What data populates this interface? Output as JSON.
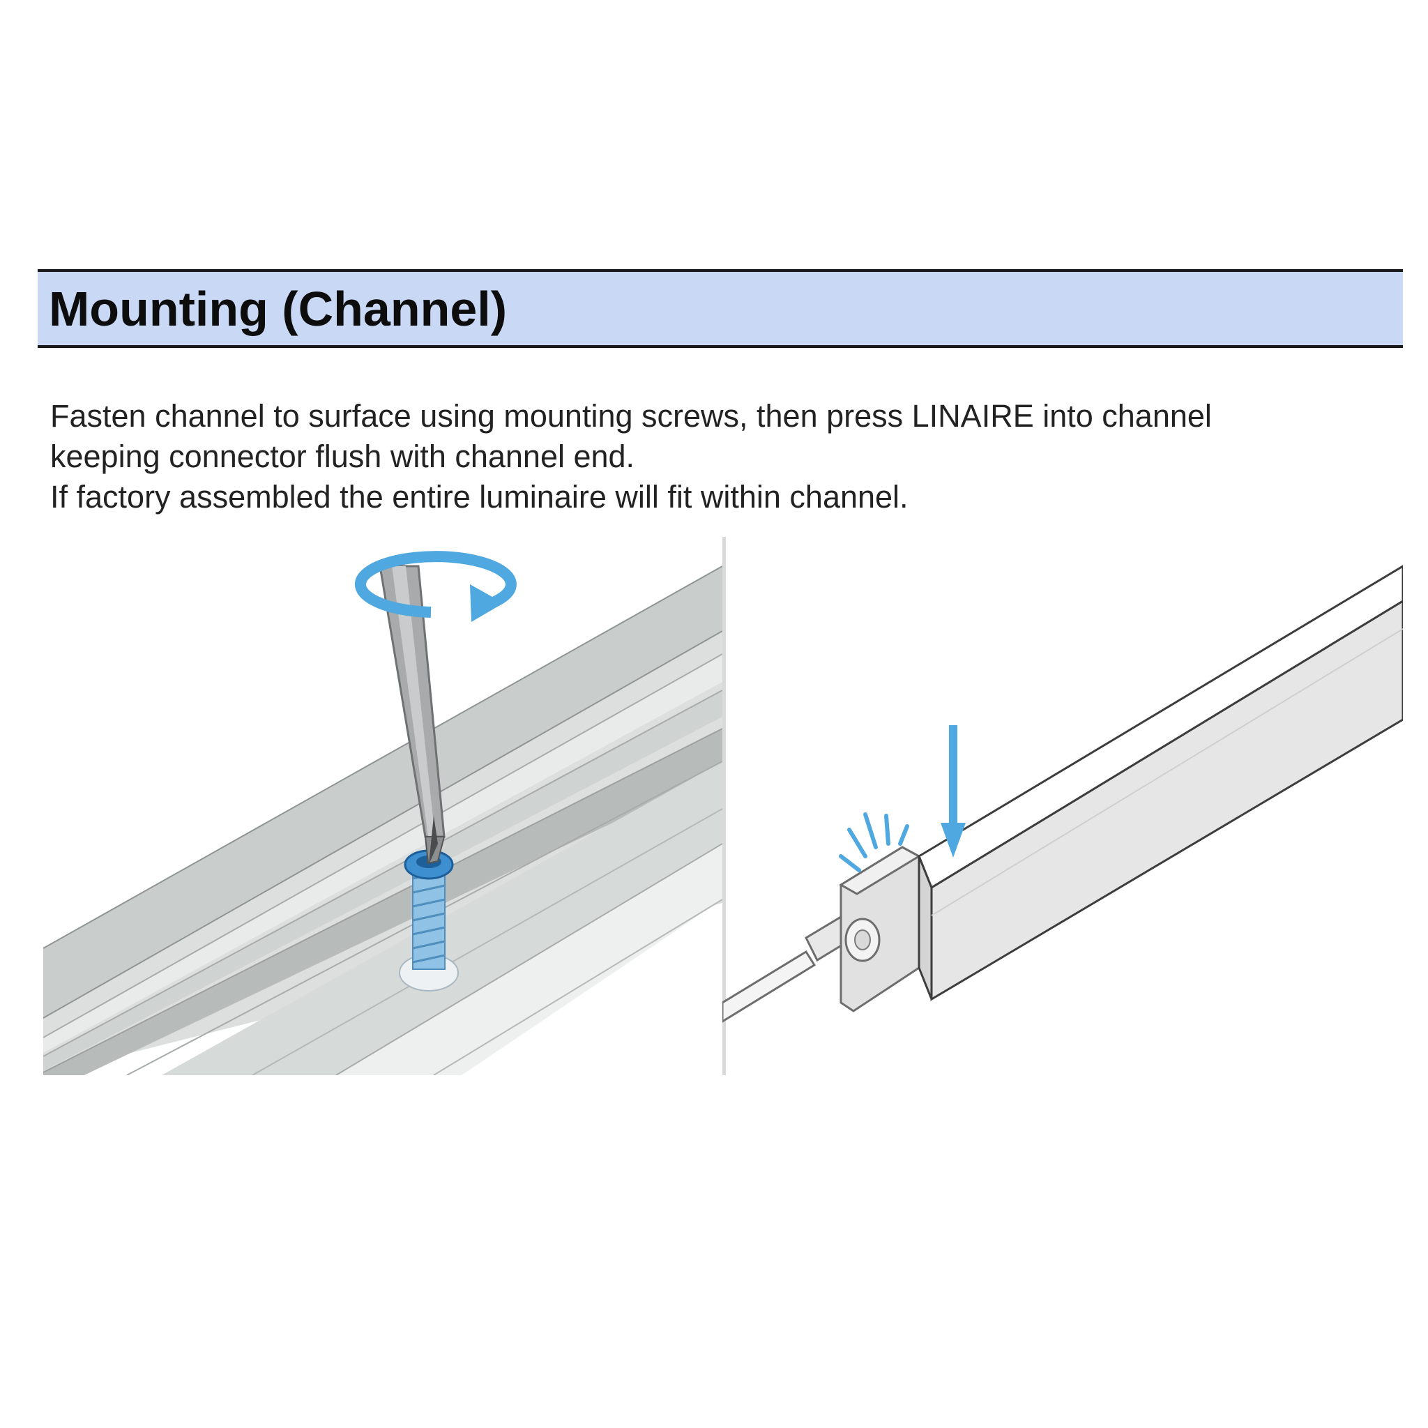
{
  "header": {
    "title": "Mounting (Channel)",
    "band_color": "#c8d8f5"
  },
  "instructions": {
    "line_1": "Fasten channel to surface using mounting screws, then press LINAIRE into channel",
    "line_2": "keeping connector flush with channel end.",
    "line_3": "If factory assembled the entire luminaire will fit within channel."
  },
  "figures": {
    "left": {
      "icons": [
        "screwdriver-icon",
        "rotate-arrow-icon",
        "mounting-screw-icon",
        "channel-profile-icon"
      ]
    },
    "right": {
      "icons": [
        "luminaire-icon",
        "connector-icon",
        "cable-icon",
        "press-down-arrow-icon",
        "snap-click-icon"
      ]
    }
  },
  "colors": {
    "accent_blue": "#4fa8df",
    "channel_gray": "#c9cecc",
    "text": "#222222"
  }
}
